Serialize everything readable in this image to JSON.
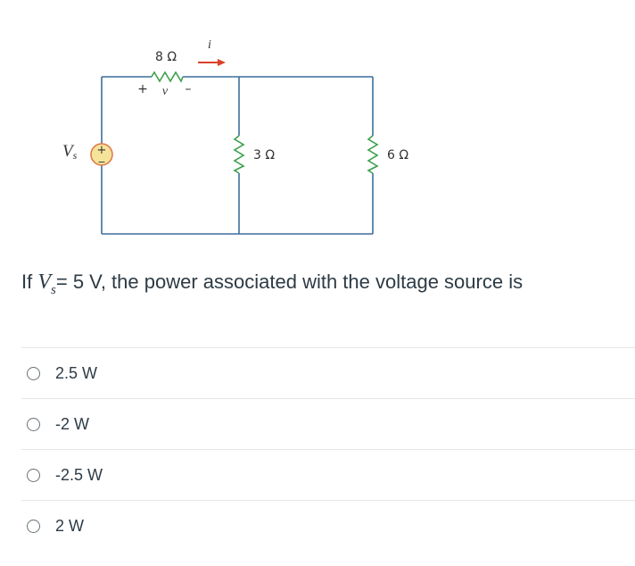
{
  "circuit": {
    "source_label_main": "V",
    "source_label_sub": "s",
    "source_plus": "+",
    "source_minus": "−",
    "r1_label": "8 Ω",
    "r2_label": "3 Ω",
    "r3_label": "6 Ω",
    "v_plus": "+",
    "v_label": "v",
    "v_minus": "–",
    "current_label": "i",
    "colors": {
      "wire": "#3d6f9c",
      "resistor": "#3aa04a",
      "source_fill": "#f6e39a",
      "source_stroke": "#e07b4a",
      "arrow": "#d9412a",
      "text": "#333333"
    }
  },
  "question": {
    "prefix": "If ",
    "var_main": "V",
    "var_sub": "s",
    "suffix": "= 5 V, the power associated with the voltage source is"
  },
  "answers": [
    {
      "label": "2.5 W"
    },
    {
      "label": "-2 W"
    },
    {
      "label": "-2.5 W"
    },
    {
      "label": "2 W"
    }
  ]
}
